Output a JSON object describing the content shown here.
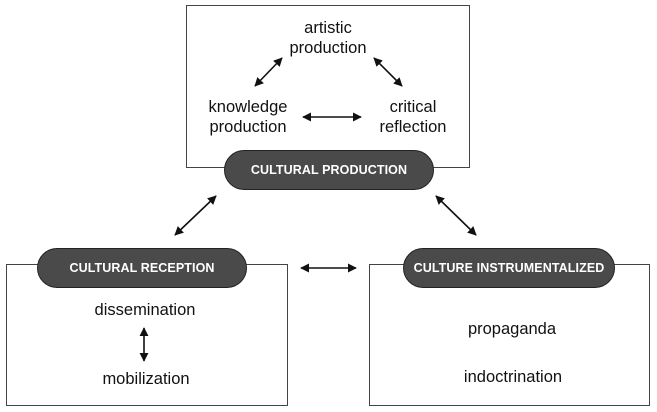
{
  "production": {
    "title": "CULTURAL PRODUCTION",
    "artistic": [
      "artistic",
      "production"
    ],
    "knowledge": [
      "knowledge",
      "production"
    ],
    "critical": [
      "critical",
      "reflection"
    ]
  },
  "reception": {
    "title": "CULTURAL RECEPTION",
    "items": [
      "dissemination",
      "mobilization"
    ]
  },
  "instrumentalized": {
    "title": "CULTURE INSTRUMENTALIZED",
    "items": [
      "propaganda",
      "indoctrination"
    ]
  },
  "colors": {
    "pill_fill": "#4a4a4a",
    "pill_text": "#ffffff",
    "line": "#111111"
  }
}
